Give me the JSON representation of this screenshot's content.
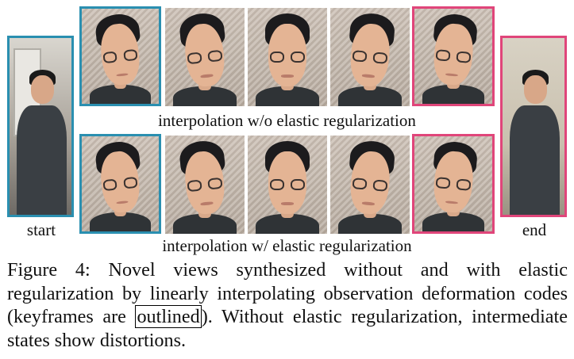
{
  "labels": {
    "row1": "interpolation w/o elastic regularization",
    "row2": "interpolation w/ elastic regularization",
    "start": "start",
    "end": "end"
  },
  "caption": {
    "part1": "Figure 4: Novel views synthesized without and with elastic regularization by linearly interpolating observation deformation codes (keyframes are ",
    "boxed": "outlined",
    "part2": "). Without elastic regularization, intermediate states show distortions."
  },
  "colors": {
    "keyframe_start": "#2a8fb0",
    "keyframe_end": "#e0457a"
  }
}
